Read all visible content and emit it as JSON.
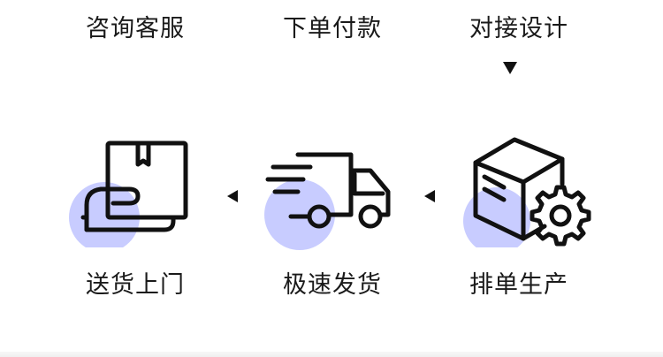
{
  "steps_top": {
    "consult": "咨询客服",
    "pay": "下单付款",
    "design": "对接设计"
  },
  "steps_bottom": {
    "delivery": "送货上门",
    "shipping": "极速发货",
    "production": "排单生产"
  },
  "icons": {
    "delivery": "hand-holding-box-icon",
    "shipping": "fast-truck-icon",
    "production": "box-with-gear-icon",
    "arrow_down": "triangle-down-icon",
    "arrow_left": "triangle-left-icon"
  },
  "colors": {
    "accent_circle": "#c8ccff",
    "stroke": "#111111"
  }
}
